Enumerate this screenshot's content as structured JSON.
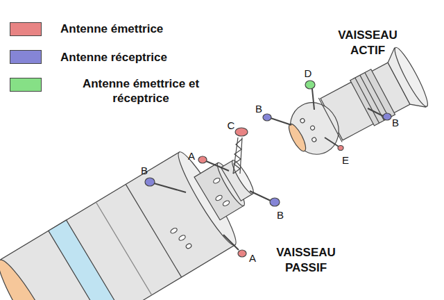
{
  "diagram": {
    "labels": [
      "VAISSEAU ACTIF",
      "D",
      "B",
      "C",
      "B",
      "A",
      "E",
      "B",
      "B",
      "VAISSEAU PASSIF",
      "A"
    ],
    "legend": [
      {
        "text": "Antenne émettrice",
        "color": "#e88484"
      },
      {
        "text": "Antenne réceptrice",
        "color": "#8585d6"
      },
      {
        "text": "Antenne émettrice et réceptrice",
        "color": "#86e086"
      }
    ]
  }
}
